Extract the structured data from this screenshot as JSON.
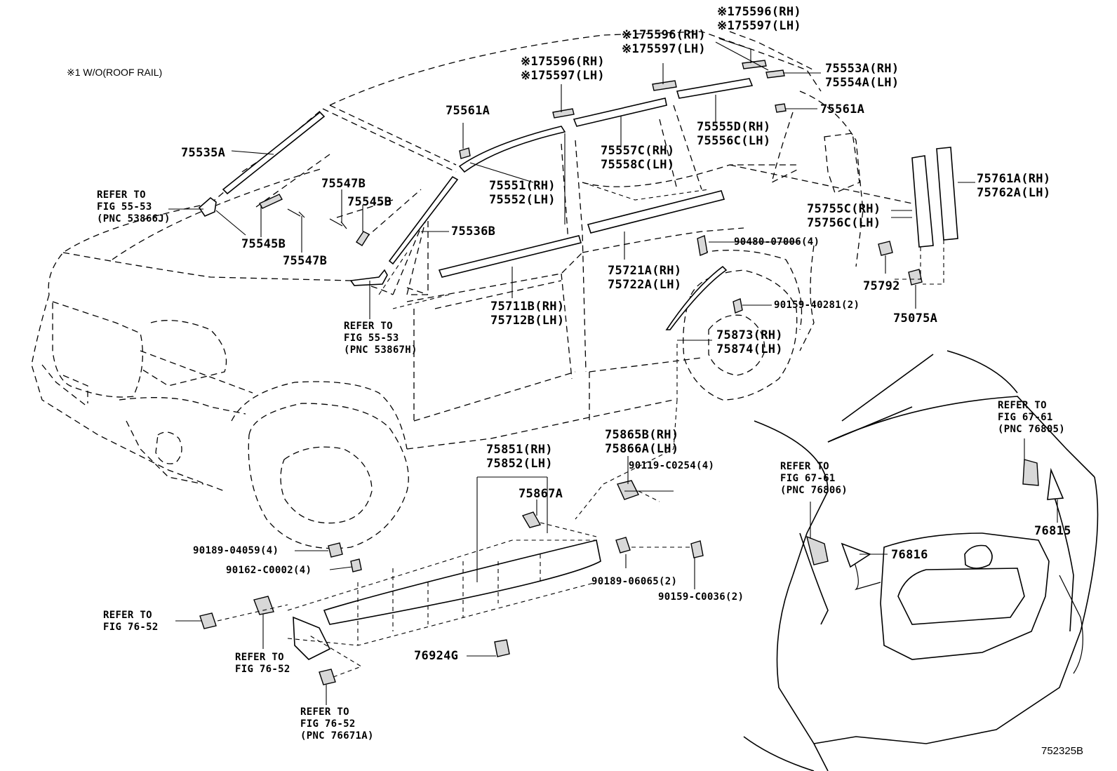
{
  "diagram": {
    "note": "※1 W/O(ROOF RAIL)",
    "diagram_code": "752325B",
    "labels": [
      {
        "key": "l_75596_top",
        "lines": [
          "※175596(RH)",
          "※175597(LH)"
        ]
      },
      {
        "key": "l_75596_mid",
        "lines": [
          "※175596(RH)",
          "※175597(LH)"
        ]
      },
      {
        "key": "l_75596_left",
        "lines": [
          "※175596(RH)",
          "※175597(LH)"
        ]
      },
      {
        "key": "l_75553A",
        "lines": [
          "75553A(RH)",
          "75554A(LH)"
        ]
      },
      {
        "key": "l_75561A_right",
        "lines": [
          "75561A"
        ]
      },
      {
        "key": "l_75561A_left",
        "lines": [
          "75561A"
        ]
      },
      {
        "key": "l_75555D",
        "lines": [
          "75555D(RH)",
          "75556C(LH)"
        ]
      },
      {
        "key": "l_75557C",
        "lines": [
          "75557C(RH)",
          "75558C(LH)"
        ]
      },
      {
        "key": "l_75535A",
        "lines": [
          "75535A"
        ]
      },
      {
        "key": "l_refer_55_53_a",
        "lines": [
          "REFER TO",
          "FIG 55-53",
          "(PNC 53866J)"
        ]
      },
      {
        "key": "l_75547B_top",
        "lines": [
          "75547B"
        ]
      },
      {
        "key": "l_75545B_top",
        "lines": [
          "75545B"
        ]
      },
      {
        "key": "l_75545B_bot",
        "lines": [
          "75545B"
        ]
      },
      {
        "key": "l_75547B_bot",
        "lines": [
          "75547B"
        ]
      },
      {
        "key": "l_75536B",
        "lines": [
          "75536B"
        ]
      },
      {
        "key": "l_75551",
        "lines": [
          "75551(RH)",
          "75552(LH)"
        ]
      },
      {
        "key": "l_75761A",
        "lines": [
          "75761A(RH)",
          "75762A(LH)"
        ]
      },
      {
        "key": "l_75755C",
        "lines": [
          "75755C(RH)",
          "75756C(LH)"
        ]
      },
      {
        "key": "l_90480",
        "lines": [
          "90480-07006(4)"
        ]
      },
      {
        "key": "l_75721A",
        "lines": [
          "75721A(RH)",
          "75722A(LH)"
        ]
      },
      {
        "key": "l_75711B",
        "lines": [
          "75711B(RH)",
          "75712B(LH)"
        ]
      },
      {
        "key": "l_75792",
        "lines": [
          "75792"
        ]
      },
      {
        "key": "l_75075A",
        "lines": [
          "75075A"
        ]
      },
      {
        "key": "l_90159_40281",
        "lines": [
          "90159-40281(2)"
        ]
      },
      {
        "key": "l_75873",
        "lines": [
          "75873(RH)",
          "75874(LH)"
        ]
      },
      {
        "key": "l_refer_55_53_b",
        "lines": [
          "REFER TO",
          "FIG 55-53",
          "(PNC 53867H)"
        ]
      },
      {
        "key": "l_refer_67_61_r",
        "lines": [
          "REFER TO",
          "FIG 67-61",
          "(PNC 76805)"
        ]
      },
      {
        "key": "l_75865B",
        "lines": [
          "75865B(RH)",
          "75866A(LH)"
        ]
      },
      {
        "key": "l_90119",
        "lines": [
          "90119-C0254(4)"
        ]
      },
      {
        "key": "l_75851",
        "lines": [
          "75851(RH)",
          "75852(LH)"
        ]
      },
      {
        "key": "l_75867A",
        "lines": [
          "75867A"
        ]
      },
      {
        "key": "l_refer_67_61_l",
        "lines": [
          "REFER TO",
          "FIG 67-61",
          "(PNC 76806)"
        ]
      },
      {
        "key": "l_76815",
        "lines": [
          "76815"
        ]
      },
      {
        "key": "l_76816",
        "lines": [
          "76816"
        ]
      },
      {
        "key": "l_90189_04059",
        "lines": [
          "90189-04059(4)"
        ]
      },
      {
        "key": "l_90162",
        "lines": [
          "90162-C0002(4)"
        ]
      },
      {
        "key": "l_90189_06065",
        "lines": [
          "90189-06065(2)"
        ]
      },
      {
        "key": "l_90159_C0036",
        "lines": [
          "90159-C0036(2)"
        ]
      },
      {
        "key": "l_refer_76_52_a",
        "lines": [
          "REFER TO",
          "FIG 76-52"
        ]
      },
      {
        "key": "l_refer_76_52_b",
        "lines": [
          "REFER TO",
          "FIG 76-52"
        ]
      },
      {
        "key": "l_76924G",
        "lines": [
          "76924G"
        ]
      },
      {
        "key": "l_refer_76_52_c",
        "lines": [
          "REFER TO",
          "FIG 76-52",
          "(PNC 76671A)"
        ]
      }
    ]
  }
}
